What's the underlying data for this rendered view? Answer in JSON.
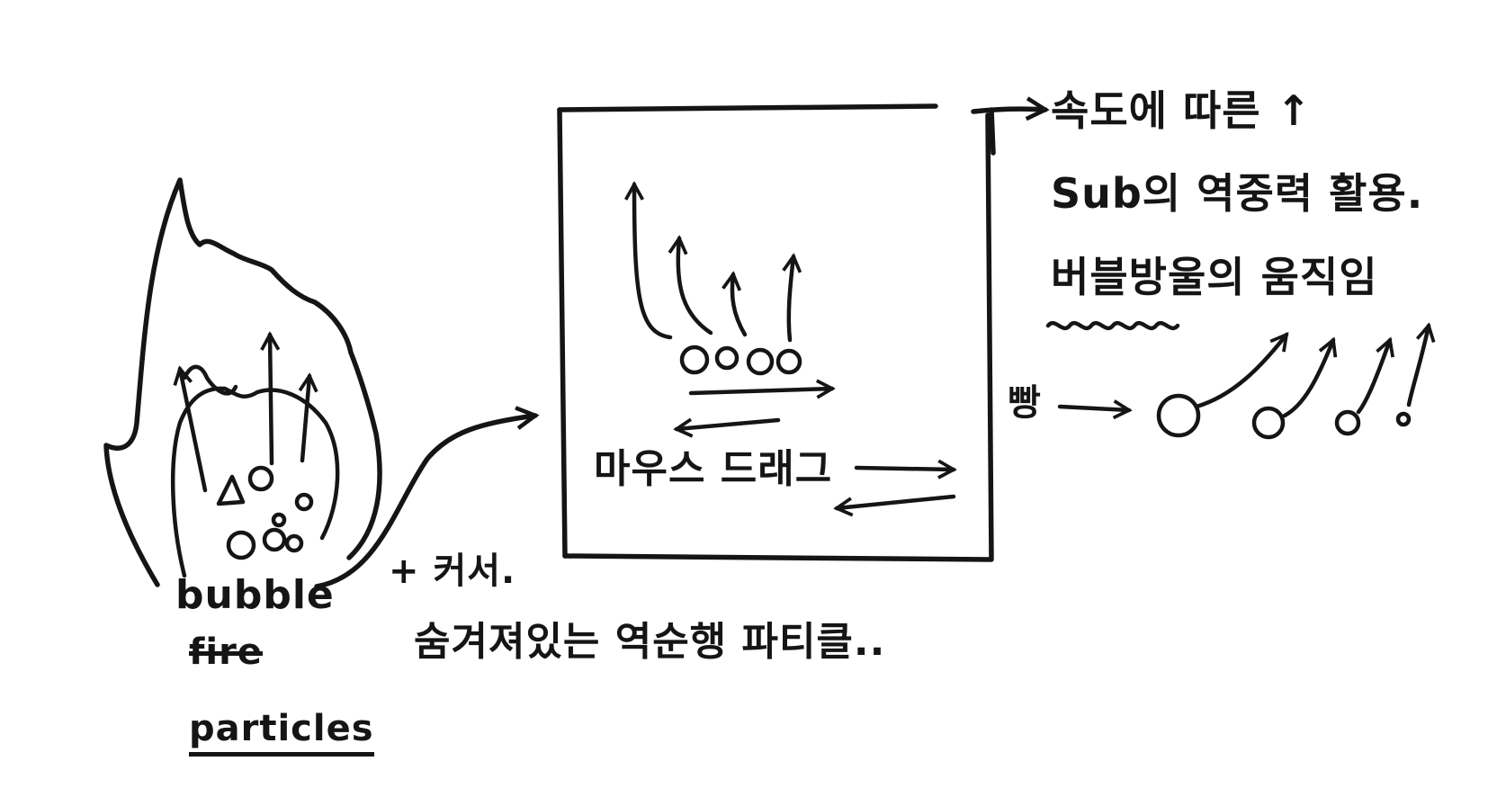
{
  "left": {
    "words": [
      "bubble",
      "fire",
      "particles"
    ]
  },
  "middle": {
    "plus_note": "+ 커서.",
    "hidden_pattern": "숨겨져있는 역순행 파티클..",
    "mouse_drag": "마우스 드래그"
  },
  "right": {
    "line1": "속도에 따른 ↑",
    "line2": "Sub의 역중력 활용.",
    "line3": "버블방울의 움직임",
    "bbang": "빵"
  }
}
